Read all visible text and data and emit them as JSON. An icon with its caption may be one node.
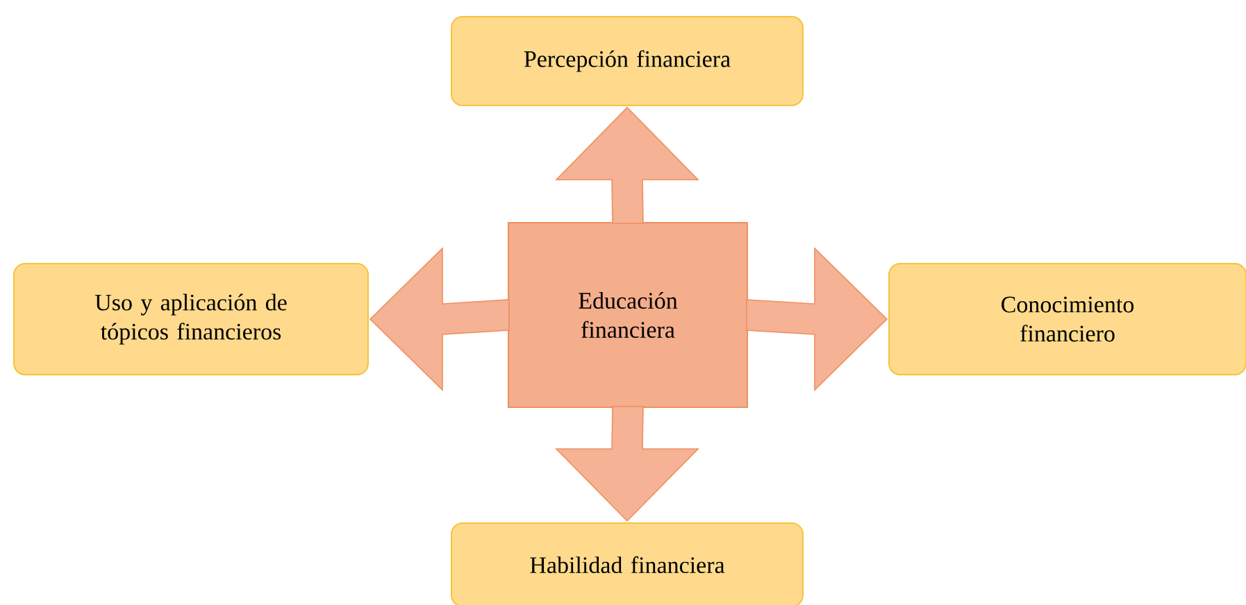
{
  "diagram": {
    "nodes": [
      {
        "text": [
          "Educación financiera"
        ]
      },
      {
        "text": [
          "Percepción financiera"
        ]
      },
      {
        "text": [
          "Uso y aplicación de tópicos financieros"
        ]
      },
      {
        "text": [
          "Conocimiento financiero"
        ]
      },
      {
        "text": [
          "Habilidad financiera"
        ]
      }
    ],
    "edges": [
      {
        "from": 0,
        "to": 1,
        "arrow": "to"
      },
      {
        "from": 0,
        "to": 2,
        "arrow": "to"
      },
      {
        "from": 0,
        "to": 3,
        "arrow": "to"
      },
      {
        "from": 0,
        "to": 4,
        "arrow": "to"
      }
    ]
  }
}
